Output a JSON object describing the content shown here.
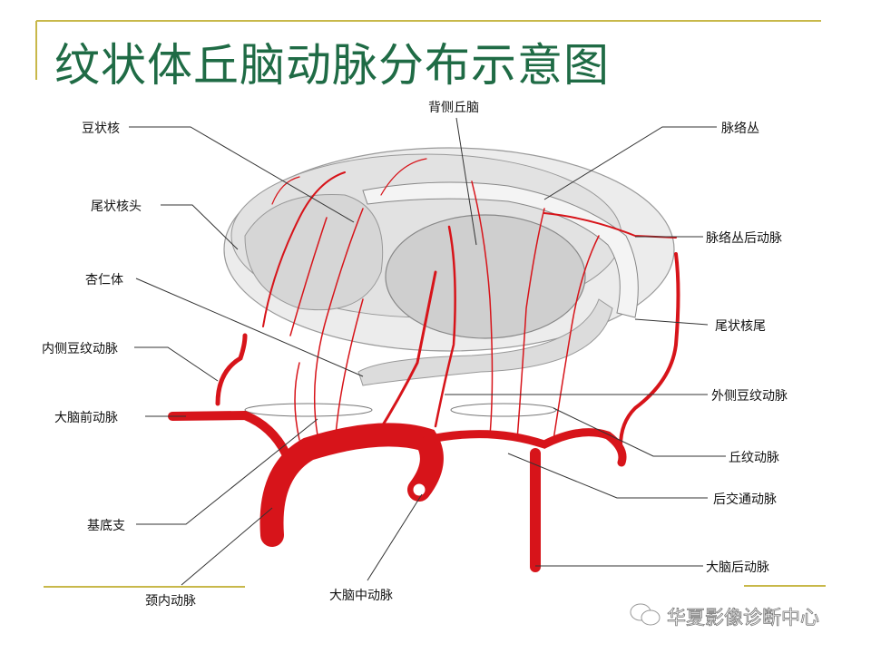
{
  "title": "纹状体丘脑动脉分布示意图",
  "labels": {
    "lentiform_nucleus": "豆状核",
    "caudate_head": "尾状核头",
    "amygdala": "杏仁体",
    "medial_lenticulostriate": "内侧豆纹动脉",
    "anterior_cerebral": "大脑前动脉",
    "basal_branch": "基底支",
    "internal_carotid": "颈内动脉",
    "dorsal_thalamus": "背侧丘脑",
    "choroid_plexus": "脉络丛",
    "posterior_choroidal": "脉络丛后动脉",
    "caudate_tail": "尾状核尾",
    "lateral_lenticulostriate": "外侧豆纹动脉",
    "thalamostriate": "丘纹动脉",
    "posterior_communicating": "后交通动脉",
    "posterior_cerebral": "大脑后动脉",
    "middle_cerebral": "大脑中动脉"
  },
  "watermark": "华夏影像诊断中心",
  "colors": {
    "title": "#1f6b45",
    "frame": "#c8b84a",
    "artery": "#d7141a",
    "structure": "#d9d9d9"
  }
}
